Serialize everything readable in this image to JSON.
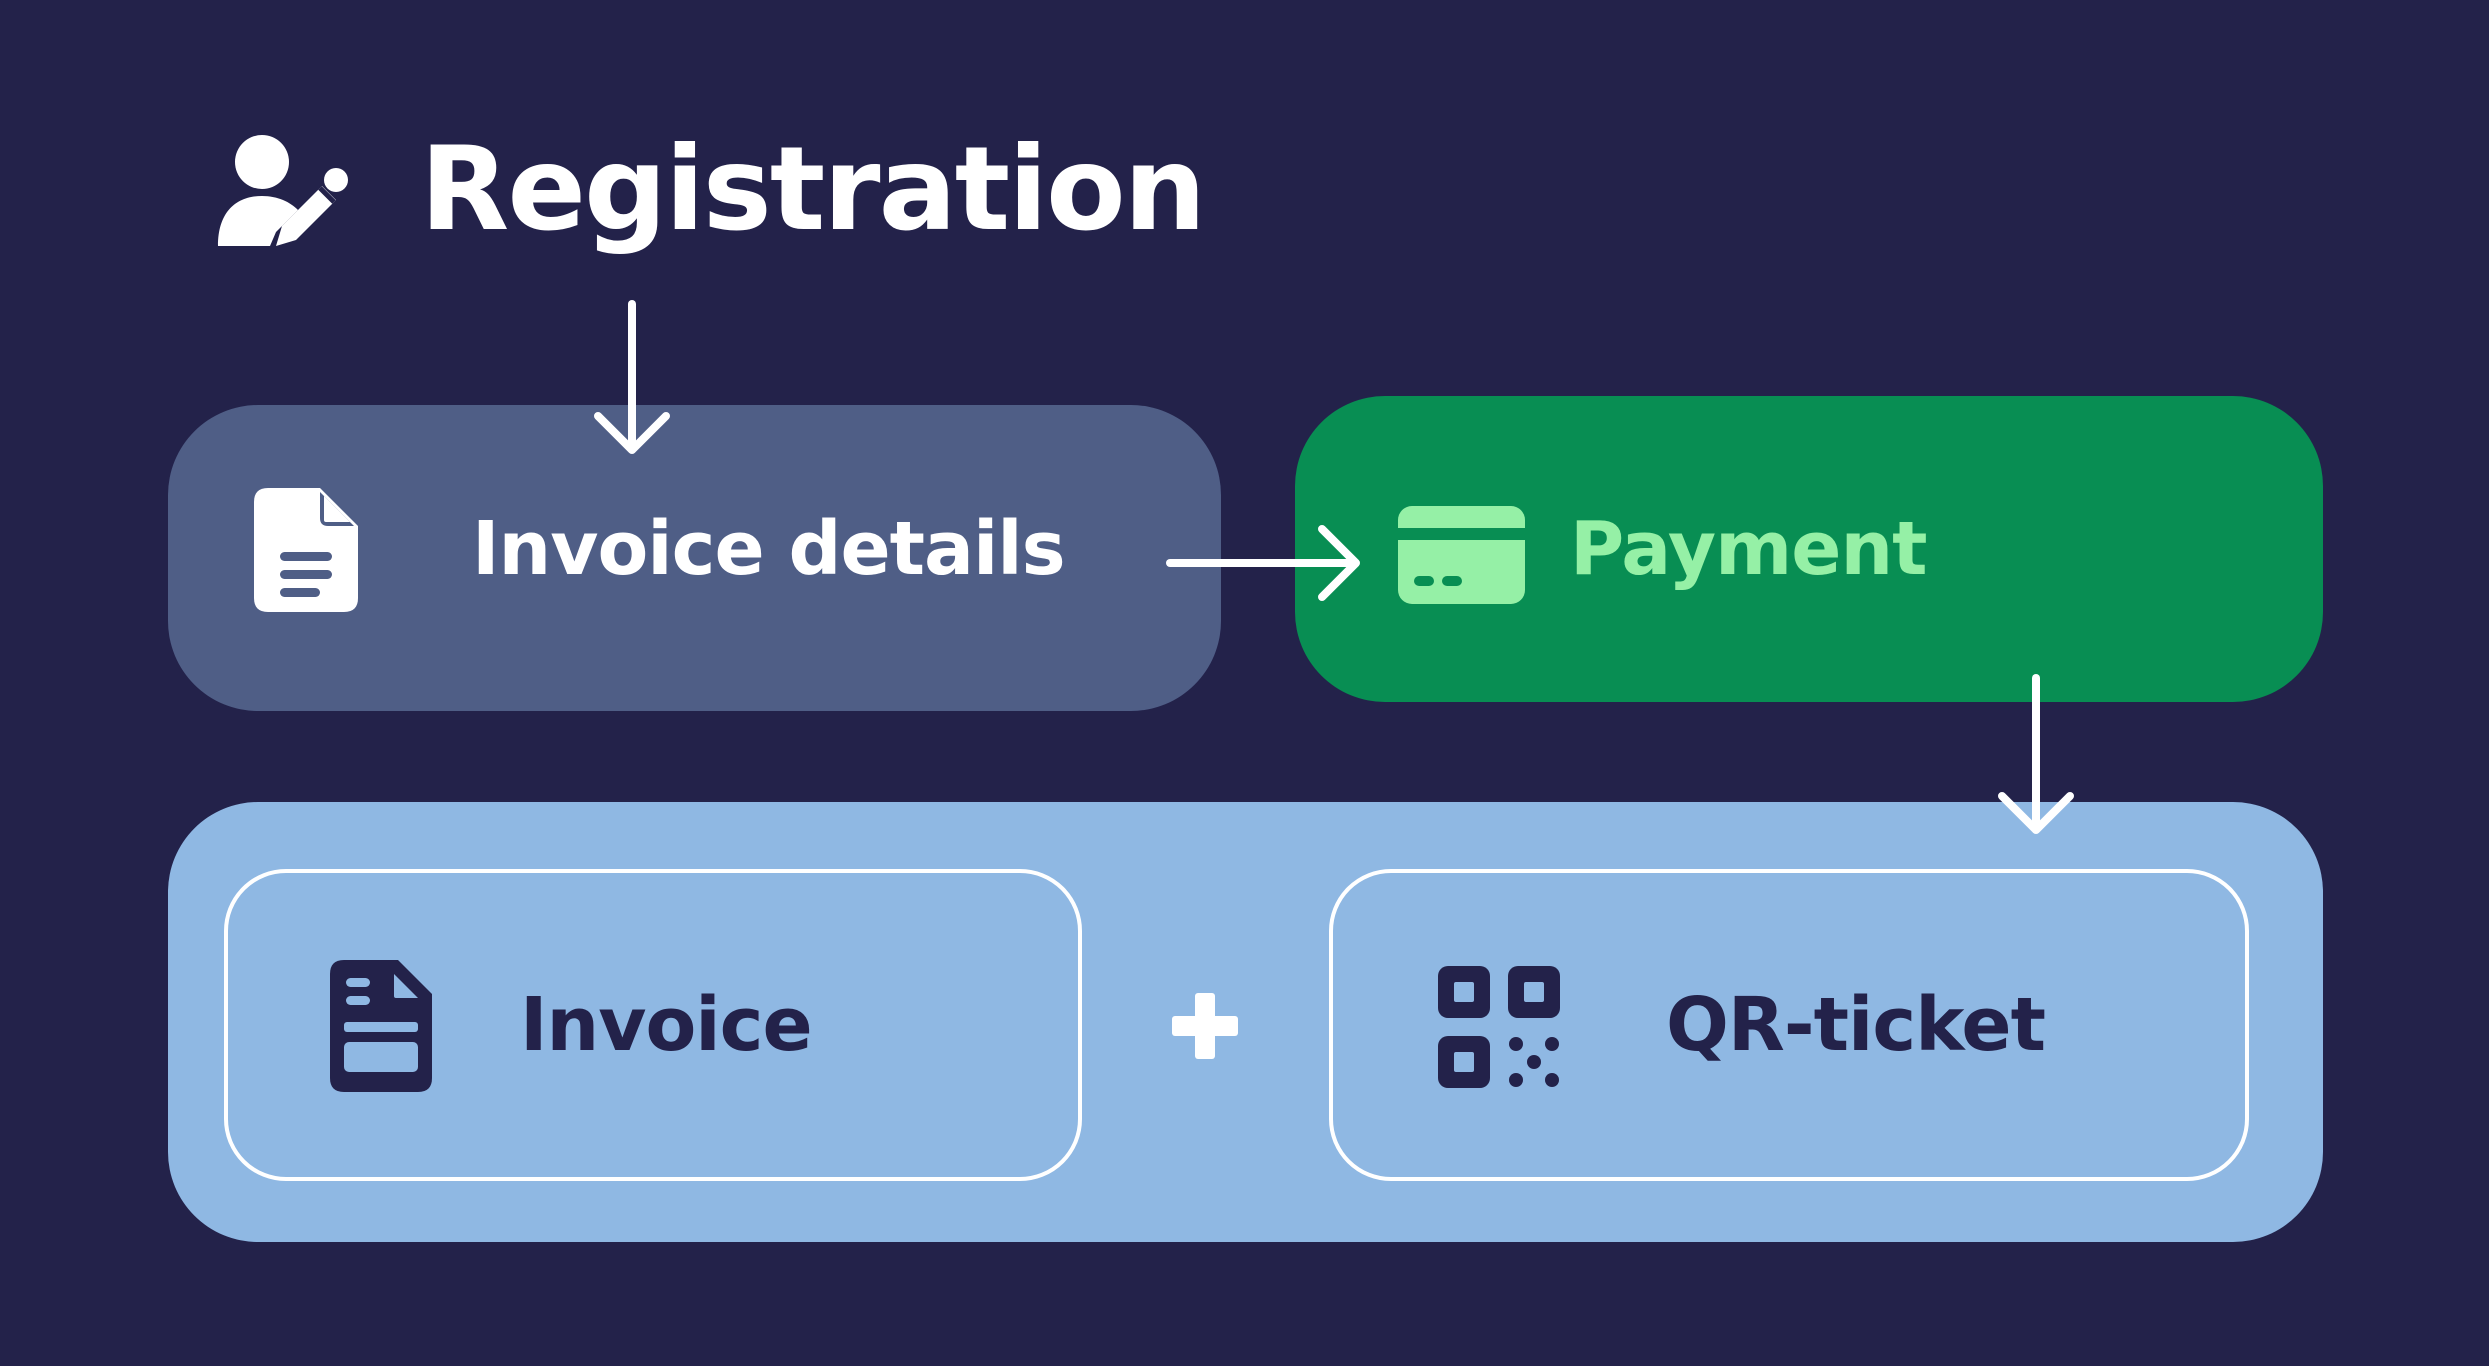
{
  "diagram": {
    "title": "Registration",
    "steps": {
      "invoice_details": "Invoice details",
      "payment": "Payment"
    },
    "outputs": {
      "invoice": "Invoice",
      "plus": "+",
      "qr_ticket": "QR-ticket"
    }
  },
  "colors": {
    "background": "#23224a",
    "invoice_details_box": "#4f5e86",
    "payment_box": "#088e53",
    "payment_accent": "#95f0a6",
    "output_box": "#8fb8e3",
    "arrows": "#ffffff"
  },
  "icons": {
    "title": "user-edit-icon",
    "invoice_details": "document-icon",
    "payment": "credit-card-icon",
    "invoice": "invoice-icon",
    "qr_ticket": "qr-code-icon"
  }
}
